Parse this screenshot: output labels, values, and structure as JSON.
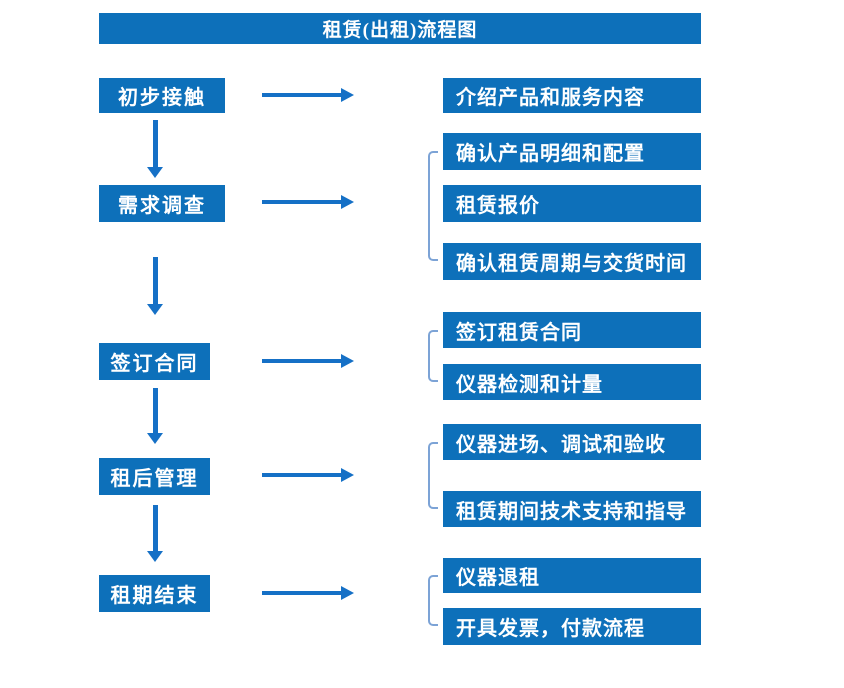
{
  "diagram": {
    "title": "租赁(出租)流程图",
    "stages": [
      {
        "label": "初步接触",
        "details": [
          "介绍产品和服务内容"
        ]
      },
      {
        "label": "需求调查",
        "details": [
          "确认产品明细和配置",
          "租赁报价",
          "确认租赁周期与交货时间"
        ]
      },
      {
        "label": "签订合同",
        "details": [
          "签订租赁合同",
          "仪器检测和计量"
        ]
      },
      {
        "label": "租后管理",
        "details": [
          "仪器进场、调试和验收",
          "租赁期间技术支持和指导"
        ]
      },
      {
        "label": "租期结束",
        "details": [
          "仪器退租",
          "开具发票，付款流程"
        ]
      }
    ],
    "colors": {
      "box_blue": "#0d70ba",
      "arrow_blue": "#1570c6",
      "bracket_blue": "#7ca3d6",
      "text_white": "#ffffff",
      "background": "#ffffff"
    }
  }
}
